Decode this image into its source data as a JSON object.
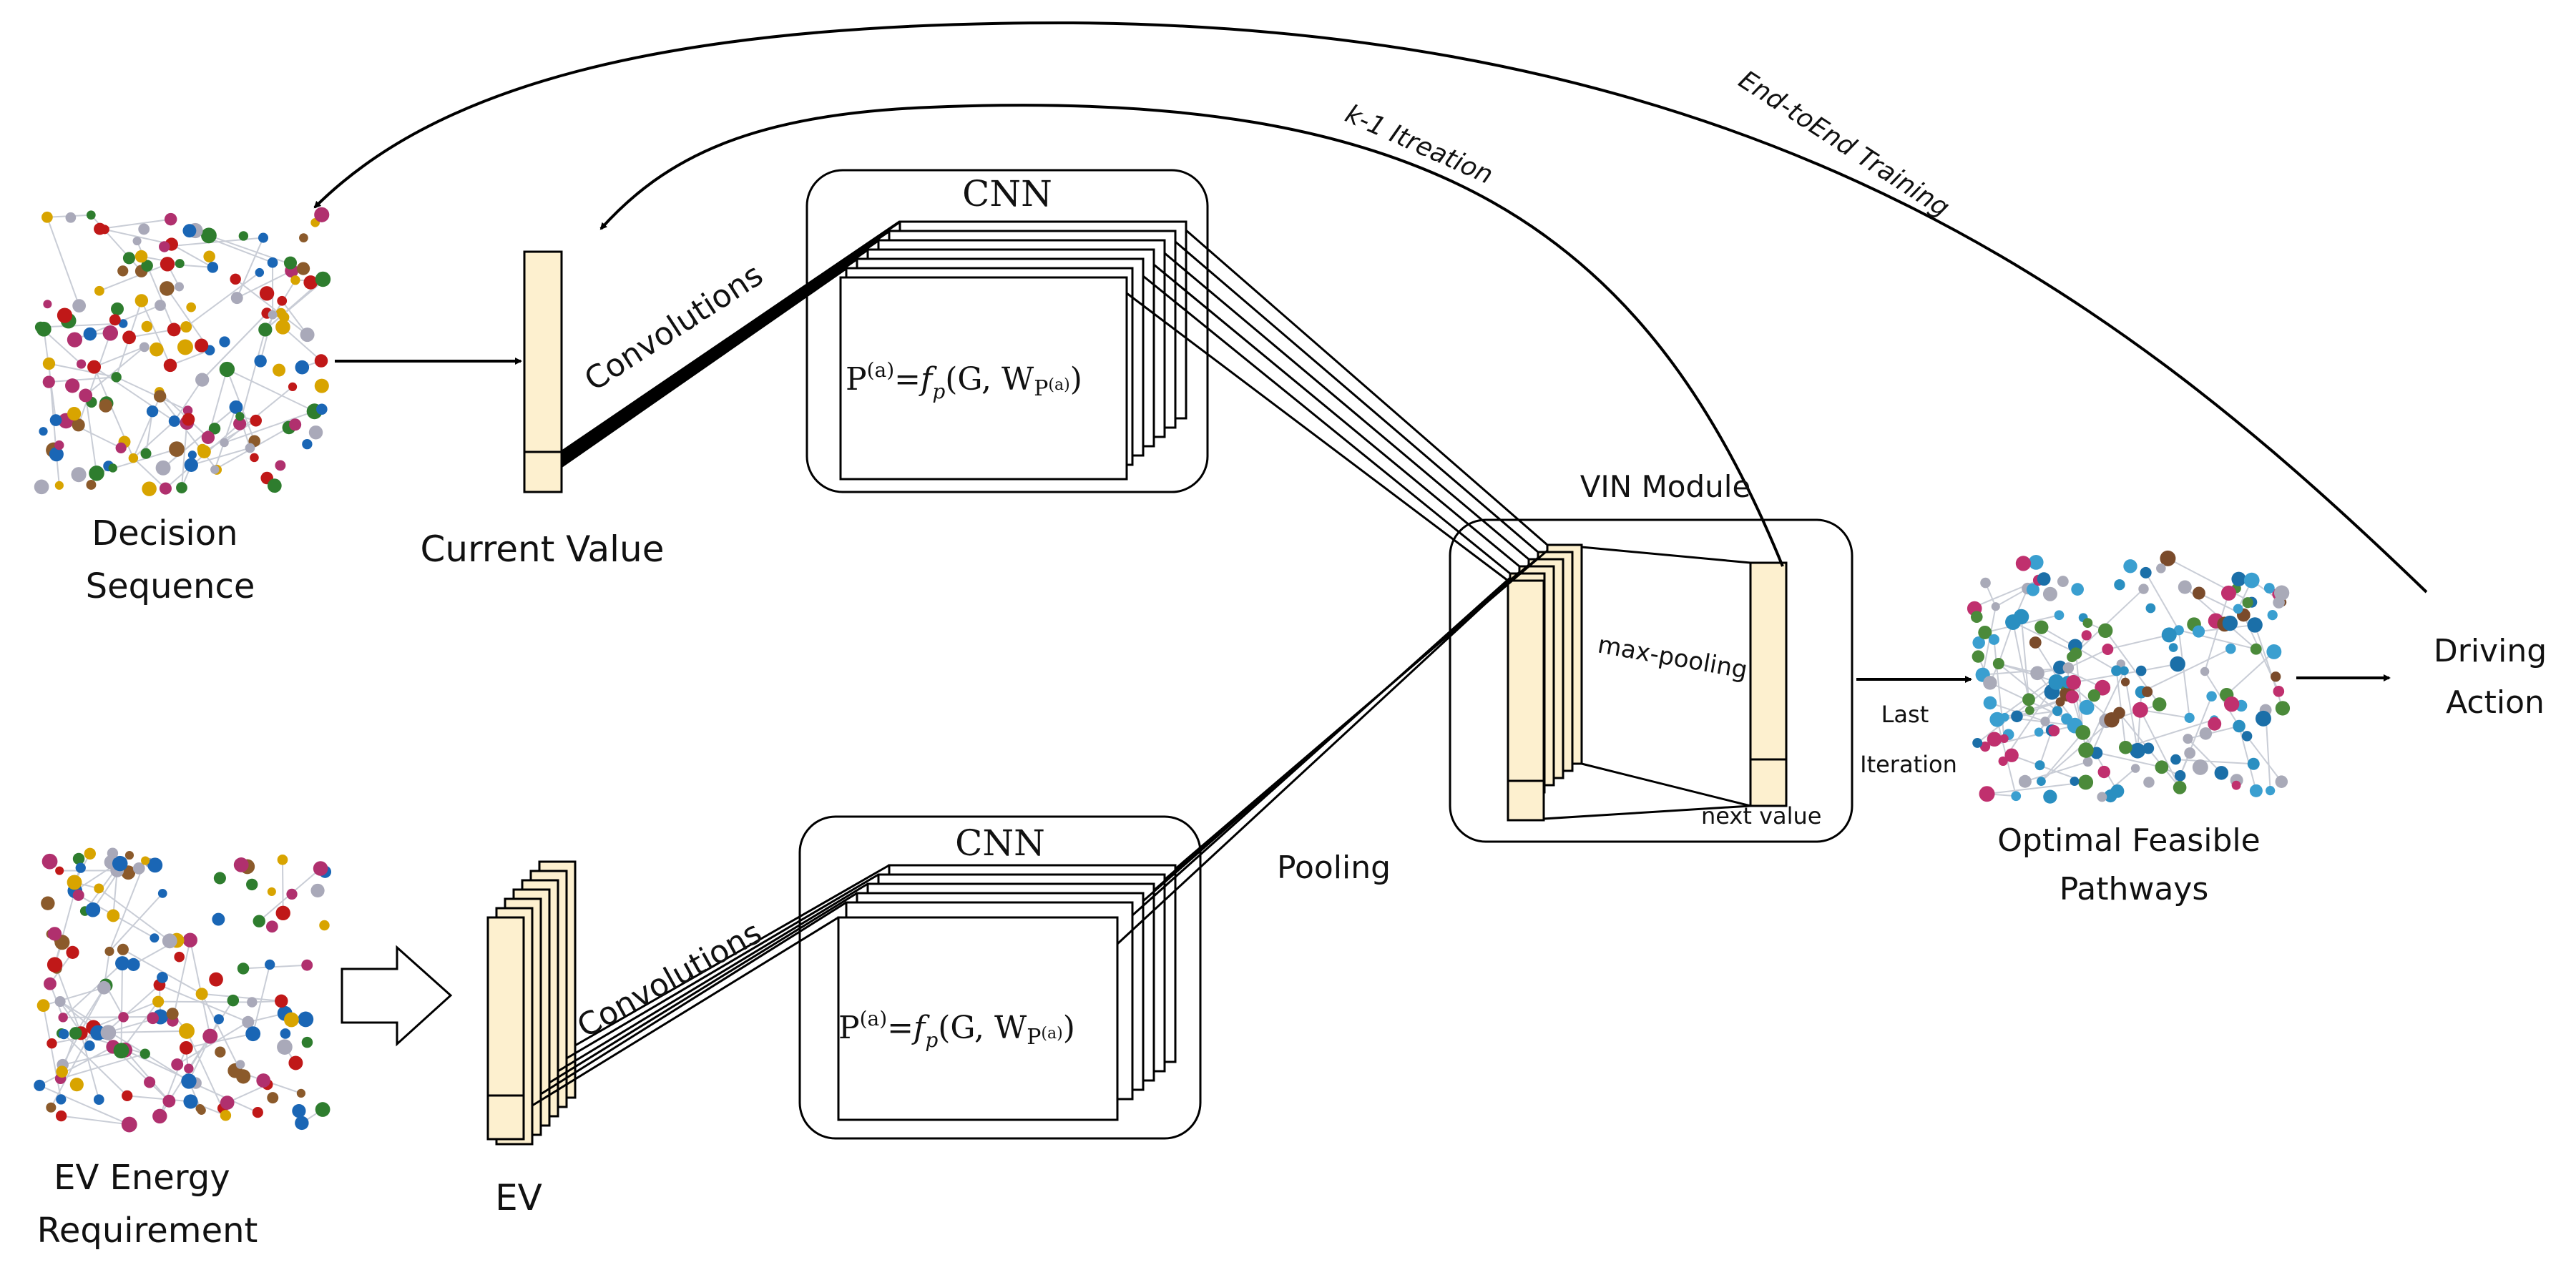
{
  "nodes": {
    "decision_sequence": [
      "Decision",
      "Sequence"
    ],
    "current_value": "Current Value",
    "ev_energy": [
      "EV Energy",
      "Requirement"
    ],
    "ev": "EV",
    "cnn_top": "CNN",
    "cnn_bottom": "CNN",
    "vin_module": "VIN Module",
    "optimal_pathways": [
      "Optimal Feasible",
      "Pathways"
    ],
    "driving_action": [
      "Driving",
      "Action"
    ]
  },
  "formula": {
    "base": "P",
    "sup": "(a)",
    "eq": "=",
    "f": "f",
    "f_sub": "p",
    "args_open": "(G, W",
    "w_sub": "P",
    "w_sub_sup": "(a)",
    "args_close": ")"
  },
  "edge_labels": {
    "convolutions_top": "Convolutions",
    "convolutions_bottom": "Convolutions",
    "pooling": "Pooling",
    "max_pooling": "max-pooling",
    "next_value": "next value",
    "last_iteration": [
      "Last",
      "Iteration"
    ],
    "k1_iteration": "k-1 Itreation",
    "end_to_end": "End-toEnd Training"
  },
  "colors": {
    "value_fill": "#fdf0cf",
    "stroke": "#000000",
    "graph_edge": "#c9cdd6",
    "node_palette_a": [
      "#b0306e",
      "#2e7d2e",
      "#c01818",
      "#8b5a2b",
      "#d8a400",
      "#1a66b5",
      "#a9a9b9"
    ],
    "node_palette_b": [
      "#2a8fc1",
      "#3a9fd0",
      "#1b6fa8",
      "#a9aab8",
      "#4b8a3a",
      "#7a4b2b",
      "#c0306e"
    ]
  }
}
